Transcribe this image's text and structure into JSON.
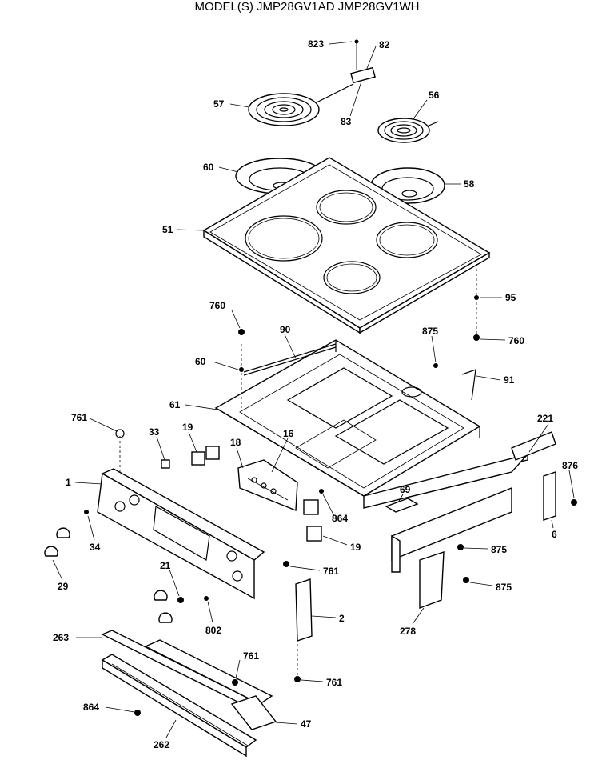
{
  "title": "MODEL(S) JMP28GV1AD  JMP28GV1WH",
  "callouts": [
    "823",
    "82",
    "57",
    "83",
    "56",
    "60",
    "58",
    "51",
    "95",
    "760",
    "760",
    "90",
    "875",
    "60",
    "91",
    "61",
    "761",
    "33",
    "19",
    "18",
    "16",
    "221",
    "876",
    "1",
    "864",
    "69",
    "6",
    "34",
    "19",
    "875",
    "29",
    "21",
    "761",
    "875",
    "802",
    "2",
    "278",
    "263",
    "761",
    "761",
    "864",
    "47",
    "262"
  ]
}
